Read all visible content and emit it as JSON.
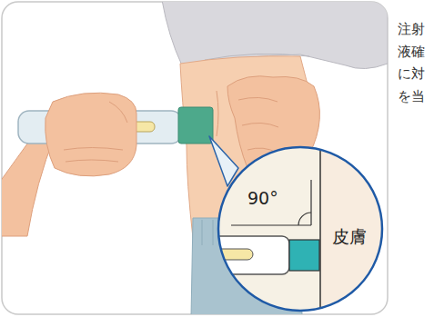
{
  "diagram": {
    "nodes": [
      {
        "text": [
          "90°",
          "皮膚"
        ]
      }
    ],
    "labels": [
      "注射 液確 に対 を当"
    ]
  }
}
